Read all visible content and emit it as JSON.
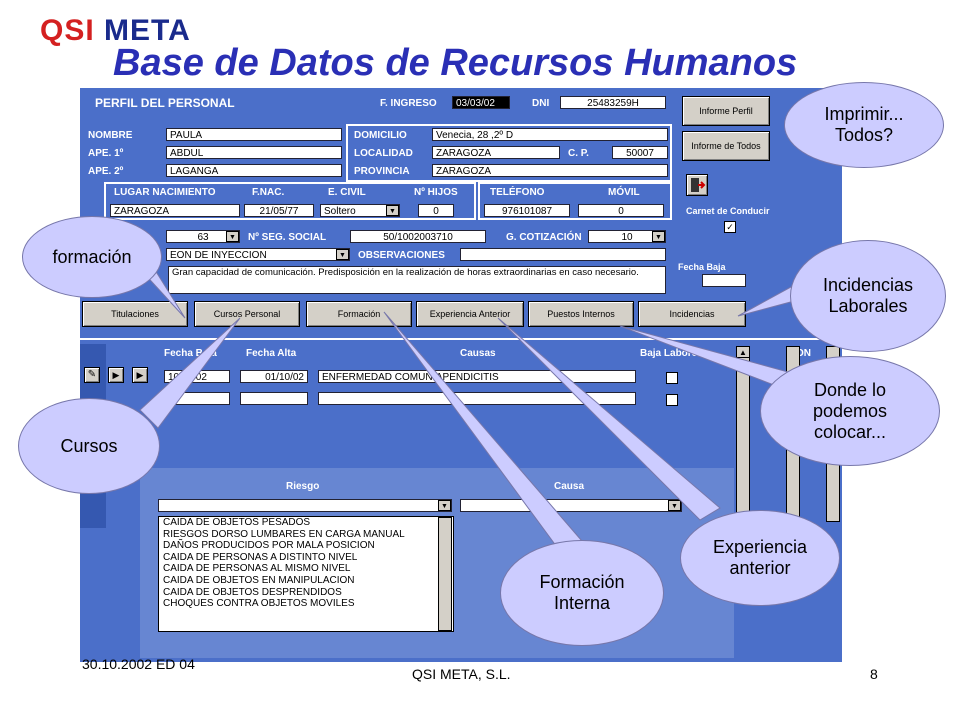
{
  "slide": {
    "logo_left": "QSI",
    "logo_right": "META",
    "title": "Base de Datos de Recursos Humanos",
    "footer_date": "30.10.2002  ED 04",
    "footer_company": "QSI META, S.L.",
    "page_number": "8"
  },
  "form": {
    "title": "PERFIL DEL PERSONAL",
    "f_ingreso_label": "F. INGRESO",
    "f_ingreso": "03/03/02",
    "dni_label": "DNI",
    "dni": "25483259H",
    "nombre_label": "NOMBRE",
    "nombre": "PAULA",
    "ape1_label": "APE. 1º",
    "ape1": "ABDUL",
    "ape2_label": "APE. 2º",
    "ape2": "LAGANGA",
    "domicilio_label": "DOMICILIO",
    "domicilio": "Venecia, 28 ,2º D",
    "localidad_label": "LOCALIDAD",
    "localidad": "ZARAGOZA",
    "cp_label": "C. P.",
    "cp": "50007",
    "provincia_label": "PROVINCIA",
    "provincia": "ZARAGOZA",
    "lugar_nac_label": "LUGAR NACIMIENTO",
    "lugar_nac": "ZARAGOZA",
    "fnac_label": "F.NAC.",
    "fnac": "21/05/77",
    "civil_label": "E. CIVIL",
    "civil": "Soltero",
    "hijos_label": "Nº HIJOS",
    "hijos": "0",
    "telefono_label": "TELÉFONO",
    "telefono": "976101087",
    "movil_label": "MÓVIL",
    "movil": "0",
    "puesto_code": "63",
    "ss_label": "Nº SEG. SOCIAL",
    "ss": "50/1002003710",
    "cotizacion_label": "G. COTIZACIÓN",
    "cotizacion": "10",
    "puesto": "EON DE INYECCION",
    "obs_label": "OBSERVACIONES",
    "observaciones": "Gran capacidad de comunicación.  Predisposición en la realización de horas extraordinarias en caso necesario.",
    "informe_perfil": "Informe Perfil",
    "informe_todos": "Informe de Todos",
    "carnet_label": "Carnet de Conducir",
    "fecha_baja_label": "Fecha Baja"
  },
  "tabs": [
    "Titulaciones",
    "Cursos Personal",
    "Formación",
    "Experiencia Anterior",
    "Puestos Internos",
    "Incidencias"
  ],
  "grid": {
    "col_fecha_baja": "Fecha Baja",
    "col_fecha_alta": "Fecha Alta",
    "col_causas": "Causas",
    "col_baja": "Baja Laborosa",
    "col_on": "ON",
    "row1": {
      "fecha_baja": "10/07/02",
      "fecha_alta": "01/10/02",
      "causa": "ENFERMEDAD COMUN-APENDICITIS"
    }
  },
  "riesgo": {
    "col_riesgo": "Riesgo",
    "col_causa": "Causa",
    "items": [
      "CAIDA DE OBJETOS PESADOS",
      "RIESGOS DORSO LUMBARES EN CARGA MANUAL",
      "DAÑOS PRODUCIDOS POR MALA POSICION",
      "CAIDA DE PERSONAS A DISTINTO NIVEL",
      "CAIDA DE PERSONAS AL MISMO NIVEL",
      "CAIDA DE OBJETOS EN MANIPULACION",
      "CAIDA DE OBJETOS DESPRENDIDOS",
      "CHOQUES CONTRA OBJETOS MOVILES"
    ]
  },
  "callouts": {
    "imprimir": "Imprimir... Todos?",
    "formacion": "formación",
    "incidencias": "Incidencias Laborales",
    "cursos": "Cursos",
    "donde": "Donde lo podemos colocar...",
    "experiencia": "Experiencia anterior",
    "formacion_interna": "Formación Interna"
  },
  "colors": {
    "form_bg": "#4b6fc9",
    "callout_bg": "#ccccff",
    "title": "#2a2fb5"
  }
}
